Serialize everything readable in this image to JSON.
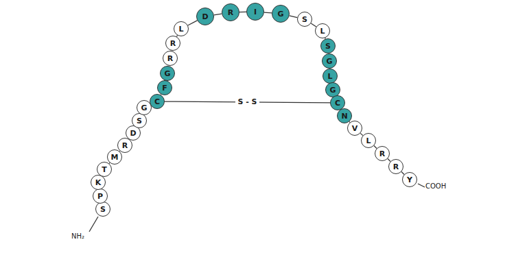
{
  "diagram": {
    "nodes": [
      {
        "text": [
          "S"
        ]
      },
      {
        "text": [
          "P"
        ]
      },
      {
        "text": [
          "K"
        ]
      },
      {
        "text": [
          "T"
        ]
      },
      {
        "text": [
          "M"
        ]
      },
      {
        "text": [
          "R"
        ]
      },
      {
        "text": [
          "D"
        ]
      },
      {
        "text": [
          "S"
        ]
      },
      {
        "text": [
          "G"
        ]
      },
      {
        "text": [
          "C"
        ]
      },
      {
        "text": [
          "F"
        ]
      },
      {
        "text": [
          "G"
        ]
      },
      {
        "text": [
          "R"
        ]
      },
      {
        "text": [
          "R"
        ]
      },
      {
        "text": [
          "L"
        ]
      },
      {
        "text": [
          "D"
        ]
      },
      {
        "text": [
          "R"
        ]
      },
      {
        "text": [
          "I"
        ]
      },
      {
        "text": [
          "G"
        ]
      },
      {
        "text": [
          "S"
        ]
      },
      {
        "text": [
          "L"
        ]
      },
      {
        "text": [
          "S"
        ]
      },
      {
        "text": [
          "G"
        ]
      },
      {
        "text": [
          "L"
        ]
      },
      {
        "text": [
          "G"
        ]
      },
      {
        "text": [
          "C"
        ]
      },
      {
        "text": [
          "N"
        ]
      },
      {
        "text": [
          "V"
        ]
      },
      {
        "text": [
          "L"
        ]
      },
      {
        "text": [
          "R"
        ]
      },
      {
        "text": [
          "R"
        ]
      },
      {
        "text": [
          "Y"
        ]
      }
    ],
    "edges": [
      {
        "from": 0,
        "to": 1,
        "arrow": "none"
      },
      {
        "from": 1,
        "to": 2,
        "arrow": "none"
      },
      {
        "from": 2,
        "to": 3,
        "arrow": "none"
      },
      {
        "from": 3,
        "to": 4,
        "arrow": "none"
      },
      {
        "from": 4,
        "to": 5,
        "arrow": "none"
      },
      {
        "from": 5,
        "to": 6,
        "arrow": "none"
      },
      {
        "from": 6,
        "to": 7,
        "arrow": "none"
      },
      {
        "from": 7,
        "to": 8,
        "arrow": "none"
      },
      {
        "from": 8,
        "to": 9,
        "arrow": "none"
      },
      {
        "from": 9,
        "to": 10,
        "arrow": "none"
      },
      {
        "from": 10,
        "to": 11,
        "arrow": "none"
      },
      {
        "from": 11,
        "to": 12,
        "arrow": "none"
      },
      {
        "from": 12,
        "to": 13,
        "arrow": "none"
      },
      {
        "from": 13,
        "to": 14,
        "arrow": "none"
      },
      {
        "from": 14,
        "to": 15,
        "arrow": "none"
      },
      {
        "from": 15,
        "to": 16,
        "arrow": "none"
      },
      {
        "from": 16,
        "to": 17,
        "arrow": "none"
      },
      {
        "from": 17,
        "to": 18,
        "arrow": "none"
      },
      {
        "from": 18,
        "to": 19,
        "arrow": "none"
      },
      {
        "from": 19,
        "to": 20,
        "arrow": "none"
      },
      {
        "from": 20,
        "to": 21,
        "arrow": "none"
      },
      {
        "from": 21,
        "to": 22,
        "arrow": "none"
      },
      {
        "from": 22,
        "to": 23,
        "arrow": "none"
      },
      {
        "from": 23,
        "to": 24,
        "arrow": "none"
      },
      {
        "from": 24,
        "to": 25,
        "arrow": "none"
      },
      {
        "from": 25,
        "to": 26,
        "arrow": "none"
      },
      {
        "from": 26,
        "to": 27,
        "arrow": "none"
      },
      {
        "from": 27,
        "to": 28,
        "arrow": "none"
      },
      {
        "from": 28,
        "to": 29,
        "arrow": "none"
      },
      {
        "from": 29,
        "to": 30,
        "arrow": "none"
      },
      {
        "from": 30,
        "to": 31,
        "arrow": "none"
      },
      {
        "from": 9,
        "to": 25,
        "label": "S - S",
        "arrow": "none"
      }
    ],
    "labels": [
      "NH₂",
      "COOH"
    ]
  }
}
